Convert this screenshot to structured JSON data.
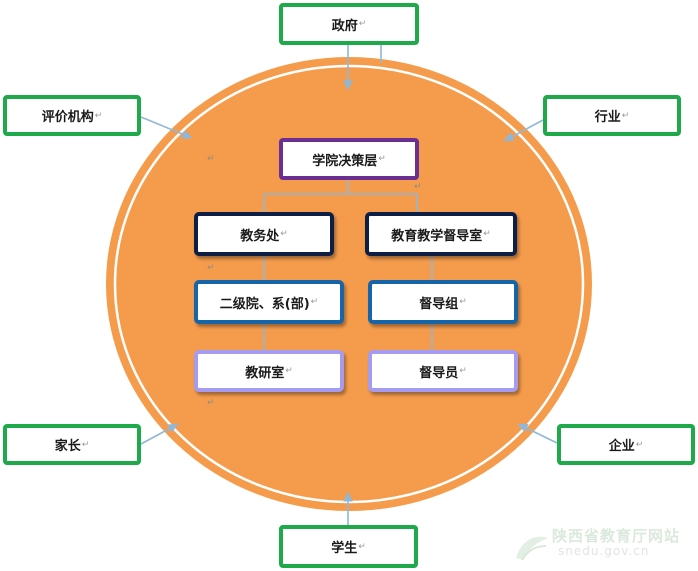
{
  "colors": {
    "circle_fill": "#f59c4c",
    "circle_ring": "#ffffff",
    "external_border": "#1eaa4a",
    "decision_border": "#6b2f93",
    "level1_border": "#0e1f45",
    "level2_border": "#1565a8",
    "level3_border": "#a59cf0",
    "connector": "#8fb7d9"
  },
  "return_mark": "↵",
  "external_nodes": {
    "government": "政府",
    "evaluation": "评价机构",
    "industry": "行业",
    "parents": "家长",
    "enterprise": "企业",
    "students": "学生"
  },
  "internal_nodes": {
    "decision": "学院决策层",
    "academic_affairs": "教务处",
    "supervision_office": "教育教学督导室",
    "departments": "二级院、系(部)",
    "supervision_group": "督导组",
    "teaching_office": "教研室",
    "supervisor": "督导员"
  },
  "watermark": {
    "name": "陕西省教育厅网站",
    "url": "snedu.gov.cn"
  }
}
